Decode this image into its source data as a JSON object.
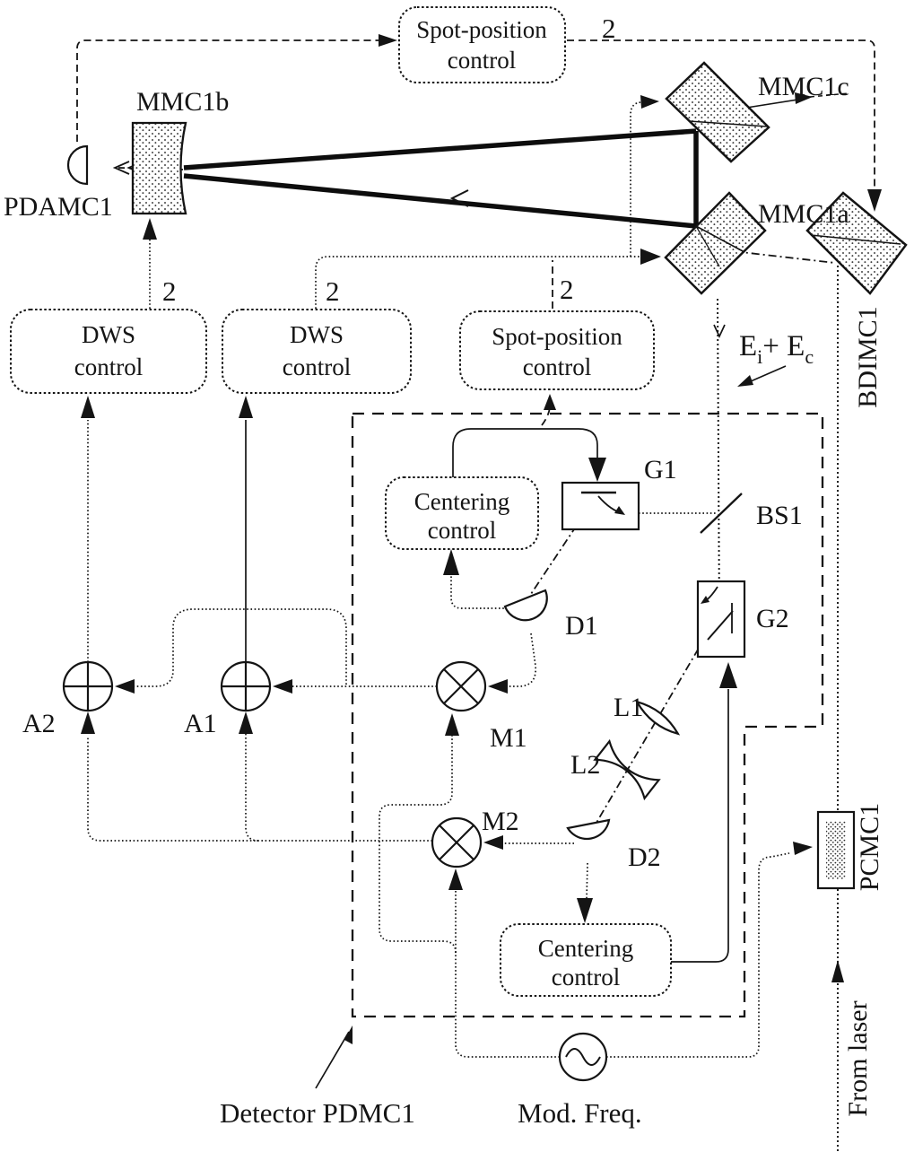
{
  "figure": {
    "boxes": {
      "spot_position_1": {
        "line1": "Spot-position",
        "line2": "control"
      },
      "spot_position_2": {
        "line1": "Spot-position",
        "line2": "control"
      },
      "dws_1": {
        "line1": "DWS",
        "line2": "control"
      },
      "dws_2": {
        "line1": "DWS",
        "line2": "control"
      },
      "centering_1": {
        "line1": "Centering",
        "line2": "control"
      },
      "centering_2": {
        "line1": "Centering",
        "line2": "control"
      }
    },
    "mirrors": {
      "mmc1b": "MMC1b",
      "mmc1c": "MMC1c",
      "mmc1a": "MMC1a",
      "bdimc1": "BDIMC1",
      "pcmc1": "PCMC1"
    },
    "detectors": {
      "pdamc1": "PDAMC1",
      "d1": "D1",
      "d2": "D2",
      "region_label": "Detector PDMC1"
    },
    "optics": {
      "g1": "G1",
      "g2": "G2",
      "bs1": "BS1",
      "l1": "L1",
      "l2": "L2"
    },
    "electronics": {
      "m1": "M1",
      "m2": "M2",
      "a1": "A1",
      "a2": "A2",
      "mod_freq": "Mod. Freq."
    },
    "labels": {
      "channel_count": "2",
      "from_laser": "From laser",
      "e_main": "E",
      "e_sub_i": "i",
      "e_plus": "+ E",
      "e_sub_c": "c"
    },
    "colors": {
      "ink": "#141414",
      "paper": "#ffffff"
    }
  }
}
